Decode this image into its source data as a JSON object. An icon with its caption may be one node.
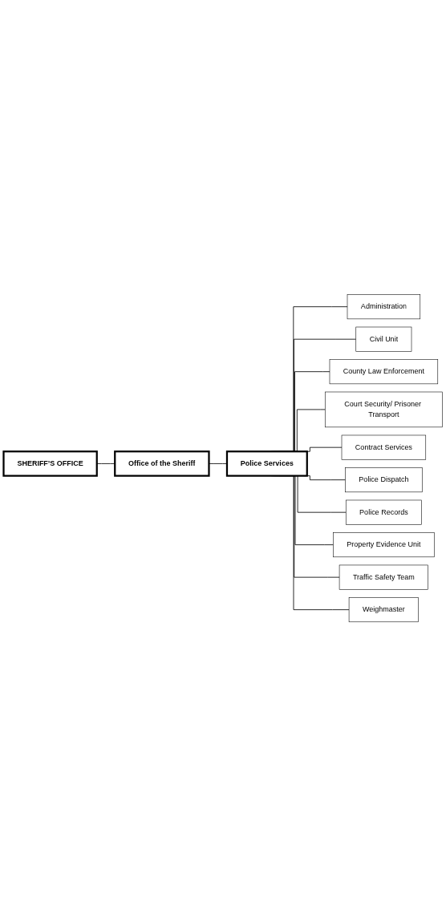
{
  "diagram": {
    "nodes": [
      {
        "text": [
          "SHERIFF’S OFFICE"
        ]
      },
      {
        "text": [
          "Office of the Sheriff"
        ]
      },
      {
        "text": [
          "Police Services"
        ]
      },
      {
        "text": [
          "Administration"
        ]
      },
      {
        "text": [
          "Civil Unit"
        ]
      },
      {
        "text": [
          "County Law Enforcement"
        ]
      },
      {
        "text": [
          "Court Security/ Prisoner Transport"
        ]
      },
      {
        "text": [
          "Contract Services"
        ]
      },
      {
        "text": [
          "Police Dispatch"
        ]
      },
      {
        "text": [
          "Police Records"
        ]
      },
      {
        "text": [
          "Property Evidence Unit"
        ]
      },
      {
        "text": [
          "Traffic Safety Team"
        ]
      },
      {
        "text": [
          "Weighmaster"
        ]
      }
    ],
    "edges": [
      {
        "from": 0,
        "to": 1,
        "arrow": "none"
      },
      {
        "from": 1,
        "to": 2,
        "arrow": "none"
      },
      {
        "from": 2,
        "to": 3,
        "arrow": "none"
      },
      {
        "from": 2,
        "to": 4,
        "arrow": "none"
      },
      {
        "from": 2,
        "to": 5,
        "arrow": "none"
      },
      {
        "from": 2,
        "to": 6,
        "arrow": "none"
      },
      {
        "from": 2,
        "to": 7,
        "arrow": "none"
      },
      {
        "from": 2,
        "to": 8,
        "arrow": "none"
      },
      {
        "from": 2,
        "to": 9,
        "arrow": "none"
      },
      {
        "from": 2,
        "to": 10,
        "arrow": "none"
      },
      {
        "from": 2,
        "to": 11,
        "arrow": "none"
      },
      {
        "from": 2,
        "to": 12,
        "arrow": "none"
      }
    ]
  }
}
